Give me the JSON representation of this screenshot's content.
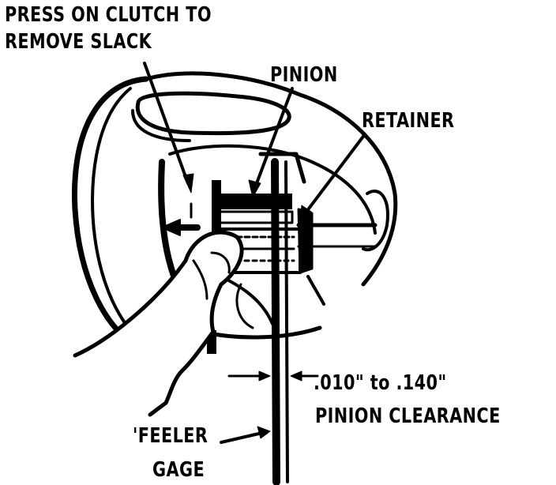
{
  "labels": {
    "press_line1": "PRESS ON CLUTCH TO",
    "press_line2": "REMOVE SLACK",
    "pinion": "PINION",
    "retainer": "RETAINER",
    "clearance_spec": ".010\" to .140\"",
    "pinion_clearance": "PINION CLEARANCE",
    "feeler": "'FEELER",
    "gage": "GAGE"
  },
  "colors": {
    "ink": "#000000",
    "paper": "#ffffff"
  }
}
